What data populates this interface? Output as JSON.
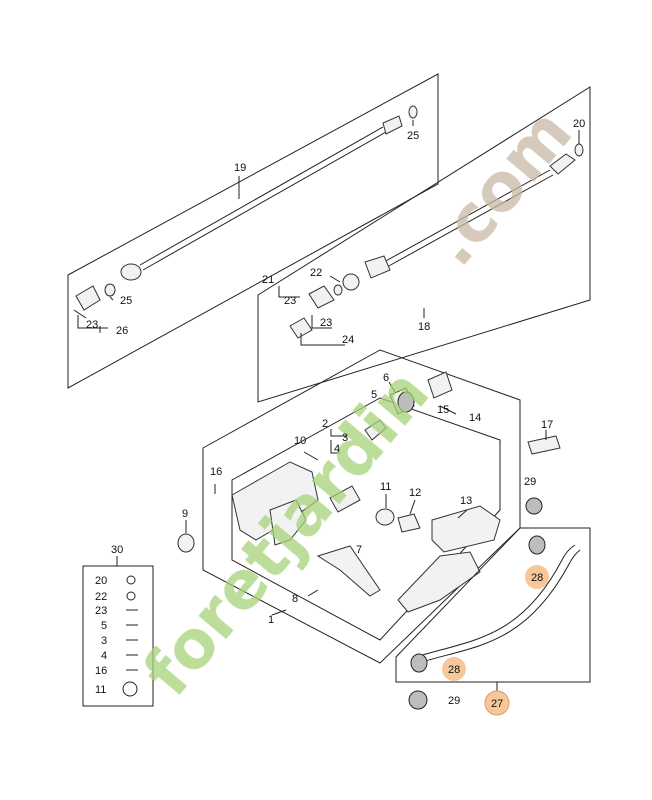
{
  "watermark": {
    "brand_text": "foretjardin",
    "suffix_text": ".com",
    "brand_color": "#a7d37a",
    "suffix_color": "#c8b8a6"
  },
  "highlight_color": "#f6c79a",
  "labels": {
    "l19": "19",
    "l25a": "25",
    "l20": "20",
    "l25b": "25",
    "l23a": "23",
    "l26": "26",
    "l21": "21",
    "l22a": "22",
    "l23b": "23",
    "l23c": "23",
    "l24": "24",
    "l18": "18",
    "l6": "6",
    "l5a": "5",
    "l15": "15",
    "l14": "14",
    "l2": "2",
    "l3a": "3",
    "l4a": "4",
    "l10": "10",
    "l17": "17",
    "l16a": "16",
    "l9": "9",
    "l11a": "11",
    "l12": "12",
    "l13": "13",
    "l29a": "29",
    "l28a": "28",
    "l7": "7",
    "l8": "8",
    "l1": "1",
    "l28b": "28",
    "l27": "27",
    "l29b": "29",
    "l30": "30",
    "k20": "20",
    "k22": "22",
    "k23": "23",
    "k5": "5",
    "k3": "3",
    "k4": "4",
    "k16": "16",
    "k11": "11"
  }
}
